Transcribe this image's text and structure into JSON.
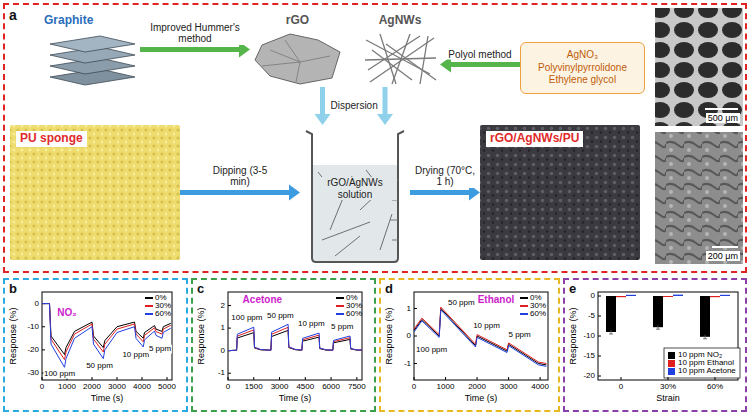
{
  "diagram": {
    "nodes": [
      {
        "text": [
          "a"
        ]
      },
      {
        "text": [
          "Graphite"
        ],
        "in": 0
      },
      {
        "text": [
          "rGO"
        ],
        "in": 0
      },
      {
        "text": [
          "AgNWs"
        ],
        "in": 0
      },
      {
        "text": [
          "AgNO₃",
          "Polyvinylpyrrolidone",
          "Ethylene glycol"
        ],
        "in": 0
      },
      {
        "text": [
          "500 μm"
        ],
        "in": 0
      },
      {
        "text": [
          "PU sponge"
        ],
        "in": 0
      },
      {
        "text": [
          "rGO/AgNWs solution"
        ],
        "in": 0
      },
      {
        "text": [
          "rGO/AgNWs/PU"
        ],
        "in": 0
      },
      {
        "text": [
          "200 μm"
        ],
        "in": 0
      },
      {
        "text": [
          "b"
        ]
      },
      {
        "text": [
          "c"
        ]
      },
      {
        "text": [
          "d"
        ]
      },
      {
        "text": [
          "e"
        ]
      }
    ],
    "edges": [
      {
        "from": 1,
        "to": 2,
        "label": "Improved Hummer's method",
        "arrow": "to"
      },
      {
        "from": 4,
        "to": 3,
        "label": "Polyol method",
        "arrow": "to"
      },
      {
        "from": 2,
        "to": 7,
        "label": "Dispersion",
        "arrow": "to"
      },
      {
        "from": 3,
        "to": 7,
        "arrow": "to"
      },
      {
        "from": 6,
        "to": 7,
        "label": "Dipping (3-5 min)",
        "arrow": "to"
      },
      {
        "from": 7,
        "to": 8,
        "label": "Drying (70°C, 1 h)",
        "arrow": "to"
      }
    ],
    "labels": [
      "NO₂",
      "100 ppm",
      "50 ppm",
      "10 ppm",
      "5 ppm",
      "0",
      "-10",
      "-20",
      "-30",
      "0",
      "1000",
      "2000",
      "3000",
      "4000",
      "5000",
      "Response (%)",
      "Time (s)",
      "Acetone",
      "100 ppm",
      "50 ppm",
      "10 ppm",
      "5 ppm",
      "2",
      "1",
      "0",
      "-1",
      "0",
      "1500",
      "3000",
      "4500",
      "6000",
      "7500",
      "Response (%)",
      "Time (s)",
      "Ethanol",
      "100 ppm",
      "50 ppm",
      "10 ppm",
      "5 ppm",
      "1",
      "0",
      "-1",
      "0",
      "1000",
      "2000",
      "3000",
      "4000",
      "Response (%)",
      "Time (s)",
      "0",
      "-5",
      "-10",
      "-15",
      "-20",
      "0",
      "30%",
      "60%",
      "Response (%)",
      "Strain"
    ],
    "legend": [
      {
        "text": "0%",
        "color": "#000000"
      },
      {
        "text": "30%",
        "color": "#e02020"
      },
      {
        "text": "60%",
        "color": "#2040e0"
      },
      {
        "text": "0%",
        "color": "#000000"
      },
      {
        "text": "30%",
        "color": "#e02020"
      },
      {
        "text": "60%",
        "color": "#2040e0"
      },
      {
        "text": "0%",
        "color": "#000000"
      },
      {
        "text": "30%",
        "color": "#e02020"
      },
      {
        "text": "60%",
        "color": "#2040e0"
      },
      {
        "text": "10 ppm NO₂",
        "color": "#000000"
      },
      {
        "text": "10 ppm Ethanol",
        "color": "#e02020"
      },
      {
        "text": "10 ppm Acetone",
        "color": "#2040e0"
      }
    ]
  }
}
